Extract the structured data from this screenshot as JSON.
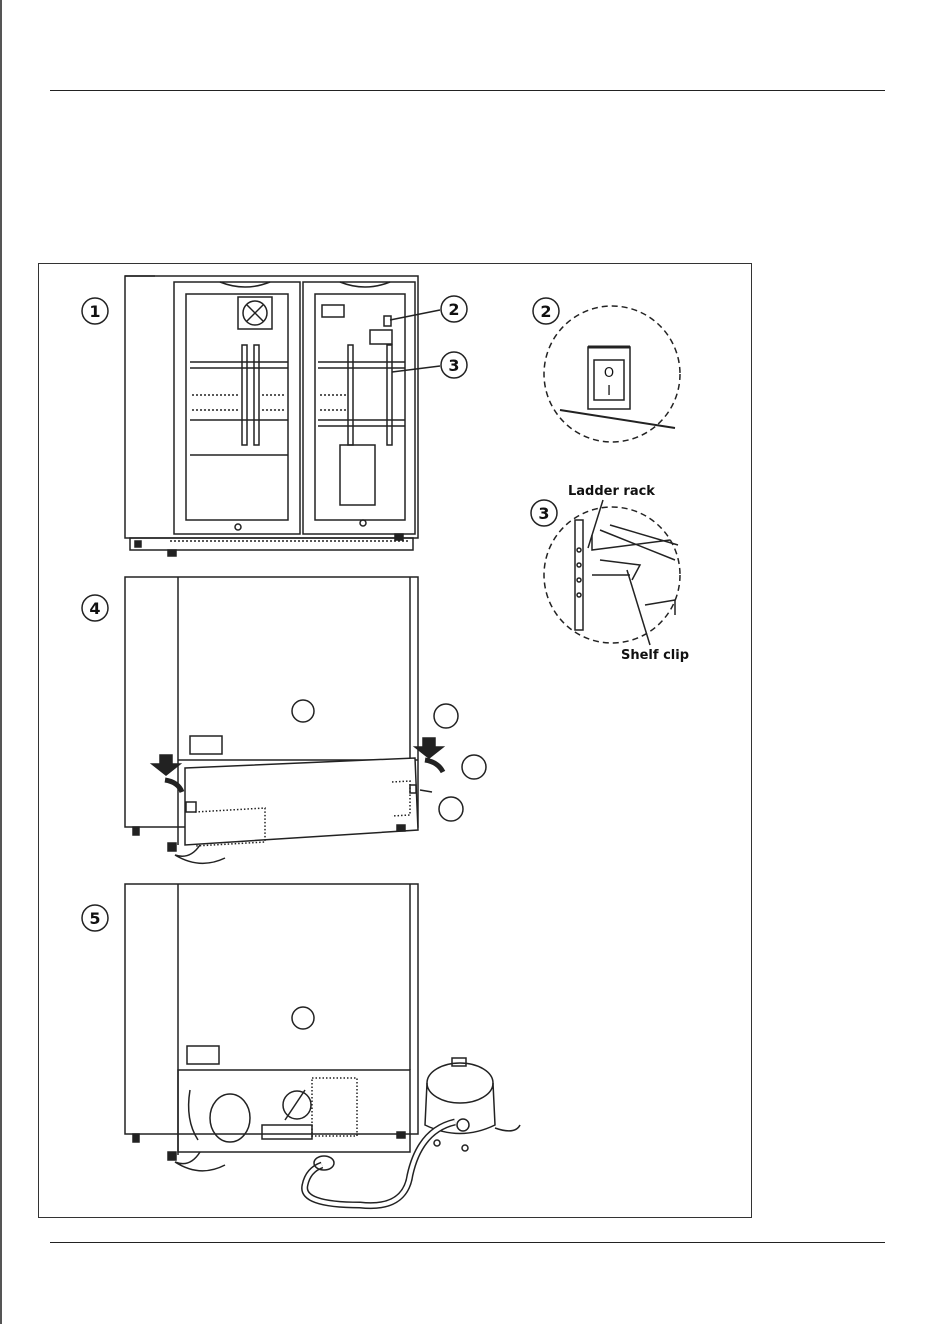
{
  "callouts": {
    "ladder_rack": "Ladder rack",
    "shelf_clip": "Shelf clip"
  },
  "steps": [
    {
      "number": "1"
    },
    {
      "number": "2"
    },
    {
      "number": "3"
    },
    {
      "number": "4"
    },
    {
      "number": "5"
    }
  ]
}
